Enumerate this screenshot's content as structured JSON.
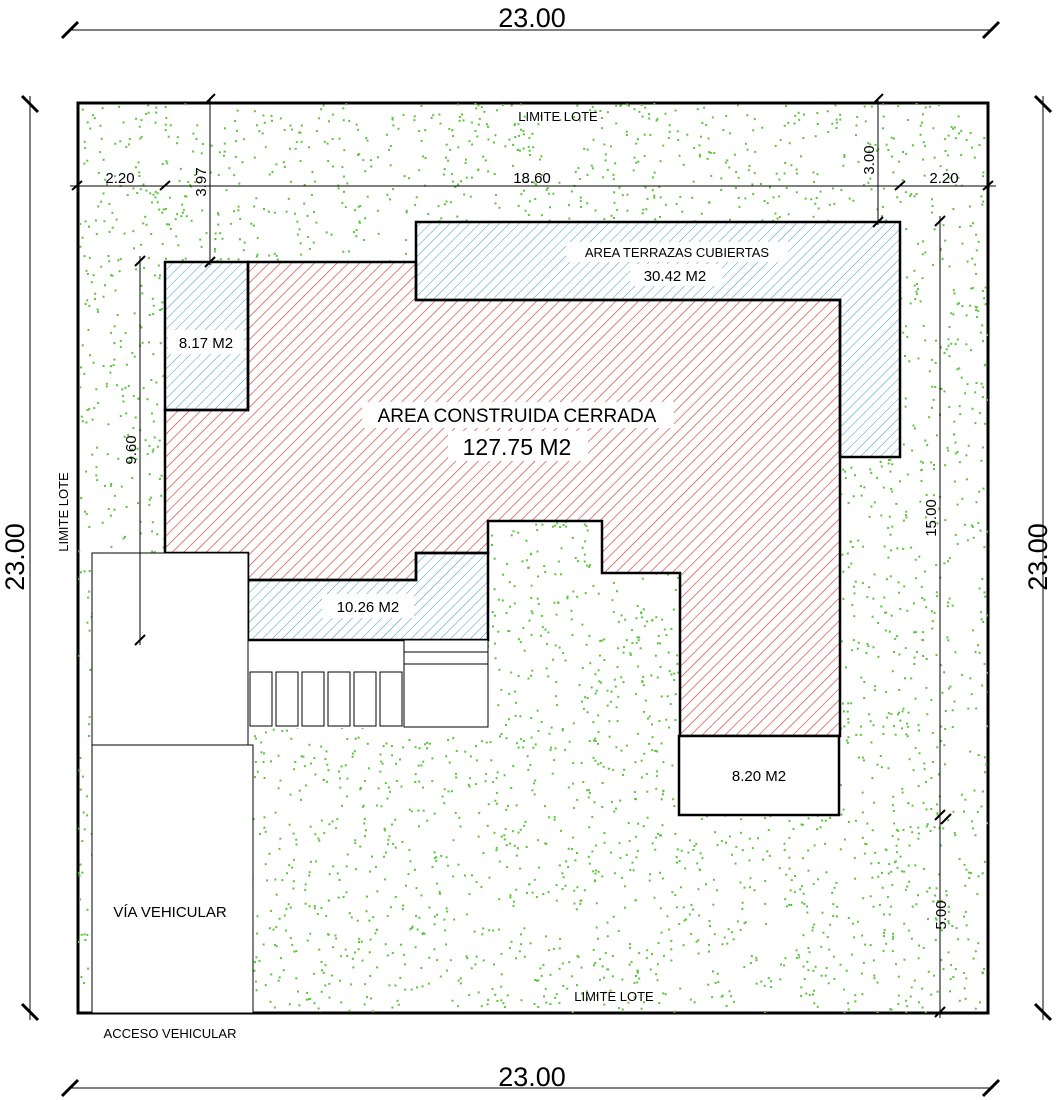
{
  "plan": {
    "dimensions": {
      "top_total": "23.00",
      "bottom_total": "23.00",
      "left_total": "23.00",
      "right_total": "23.00",
      "setback_left": "2.20",
      "building_width": "18.60",
      "setback_right": "2.20",
      "front_offset_left": "3.97",
      "front_offset_right": "3.00",
      "left_depth": "9.60",
      "right_depth": "15.00",
      "rear_setback": "5.00"
    },
    "labels": {
      "limit_top": "LIMITE LOTE",
      "limit_left": "LIMITE LOTE",
      "limit_bottom": "LIMITE LOTE",
      "vehicle_lane": "VÍA VEHICULAR",
      "vehicle_access": "ACCESO VEHICULAR"
    },
    "areas": {
      "closed_built_title": "AREA CONSTRUIDA CERRADA",
      "closed_built_value": "127.75 M2",
      "covered_terraces_title": "AREA TERRAZAS CUBIERTAS",
      "covered_terraces_value": "30.42 M2",
      "terrace_left_value": "8.17 M2",
      "terrace_bottom_value": "10.26 M2",
      "open_block_value": "8.20 M2"
    },
    "colors": {
      "grass_dots": "#5cc43c",
      "built_hatch": "#d23a3a",
      "terrace_hatch": "#3f9bc4",
      "lines": "#000000"
    }
  }
}
